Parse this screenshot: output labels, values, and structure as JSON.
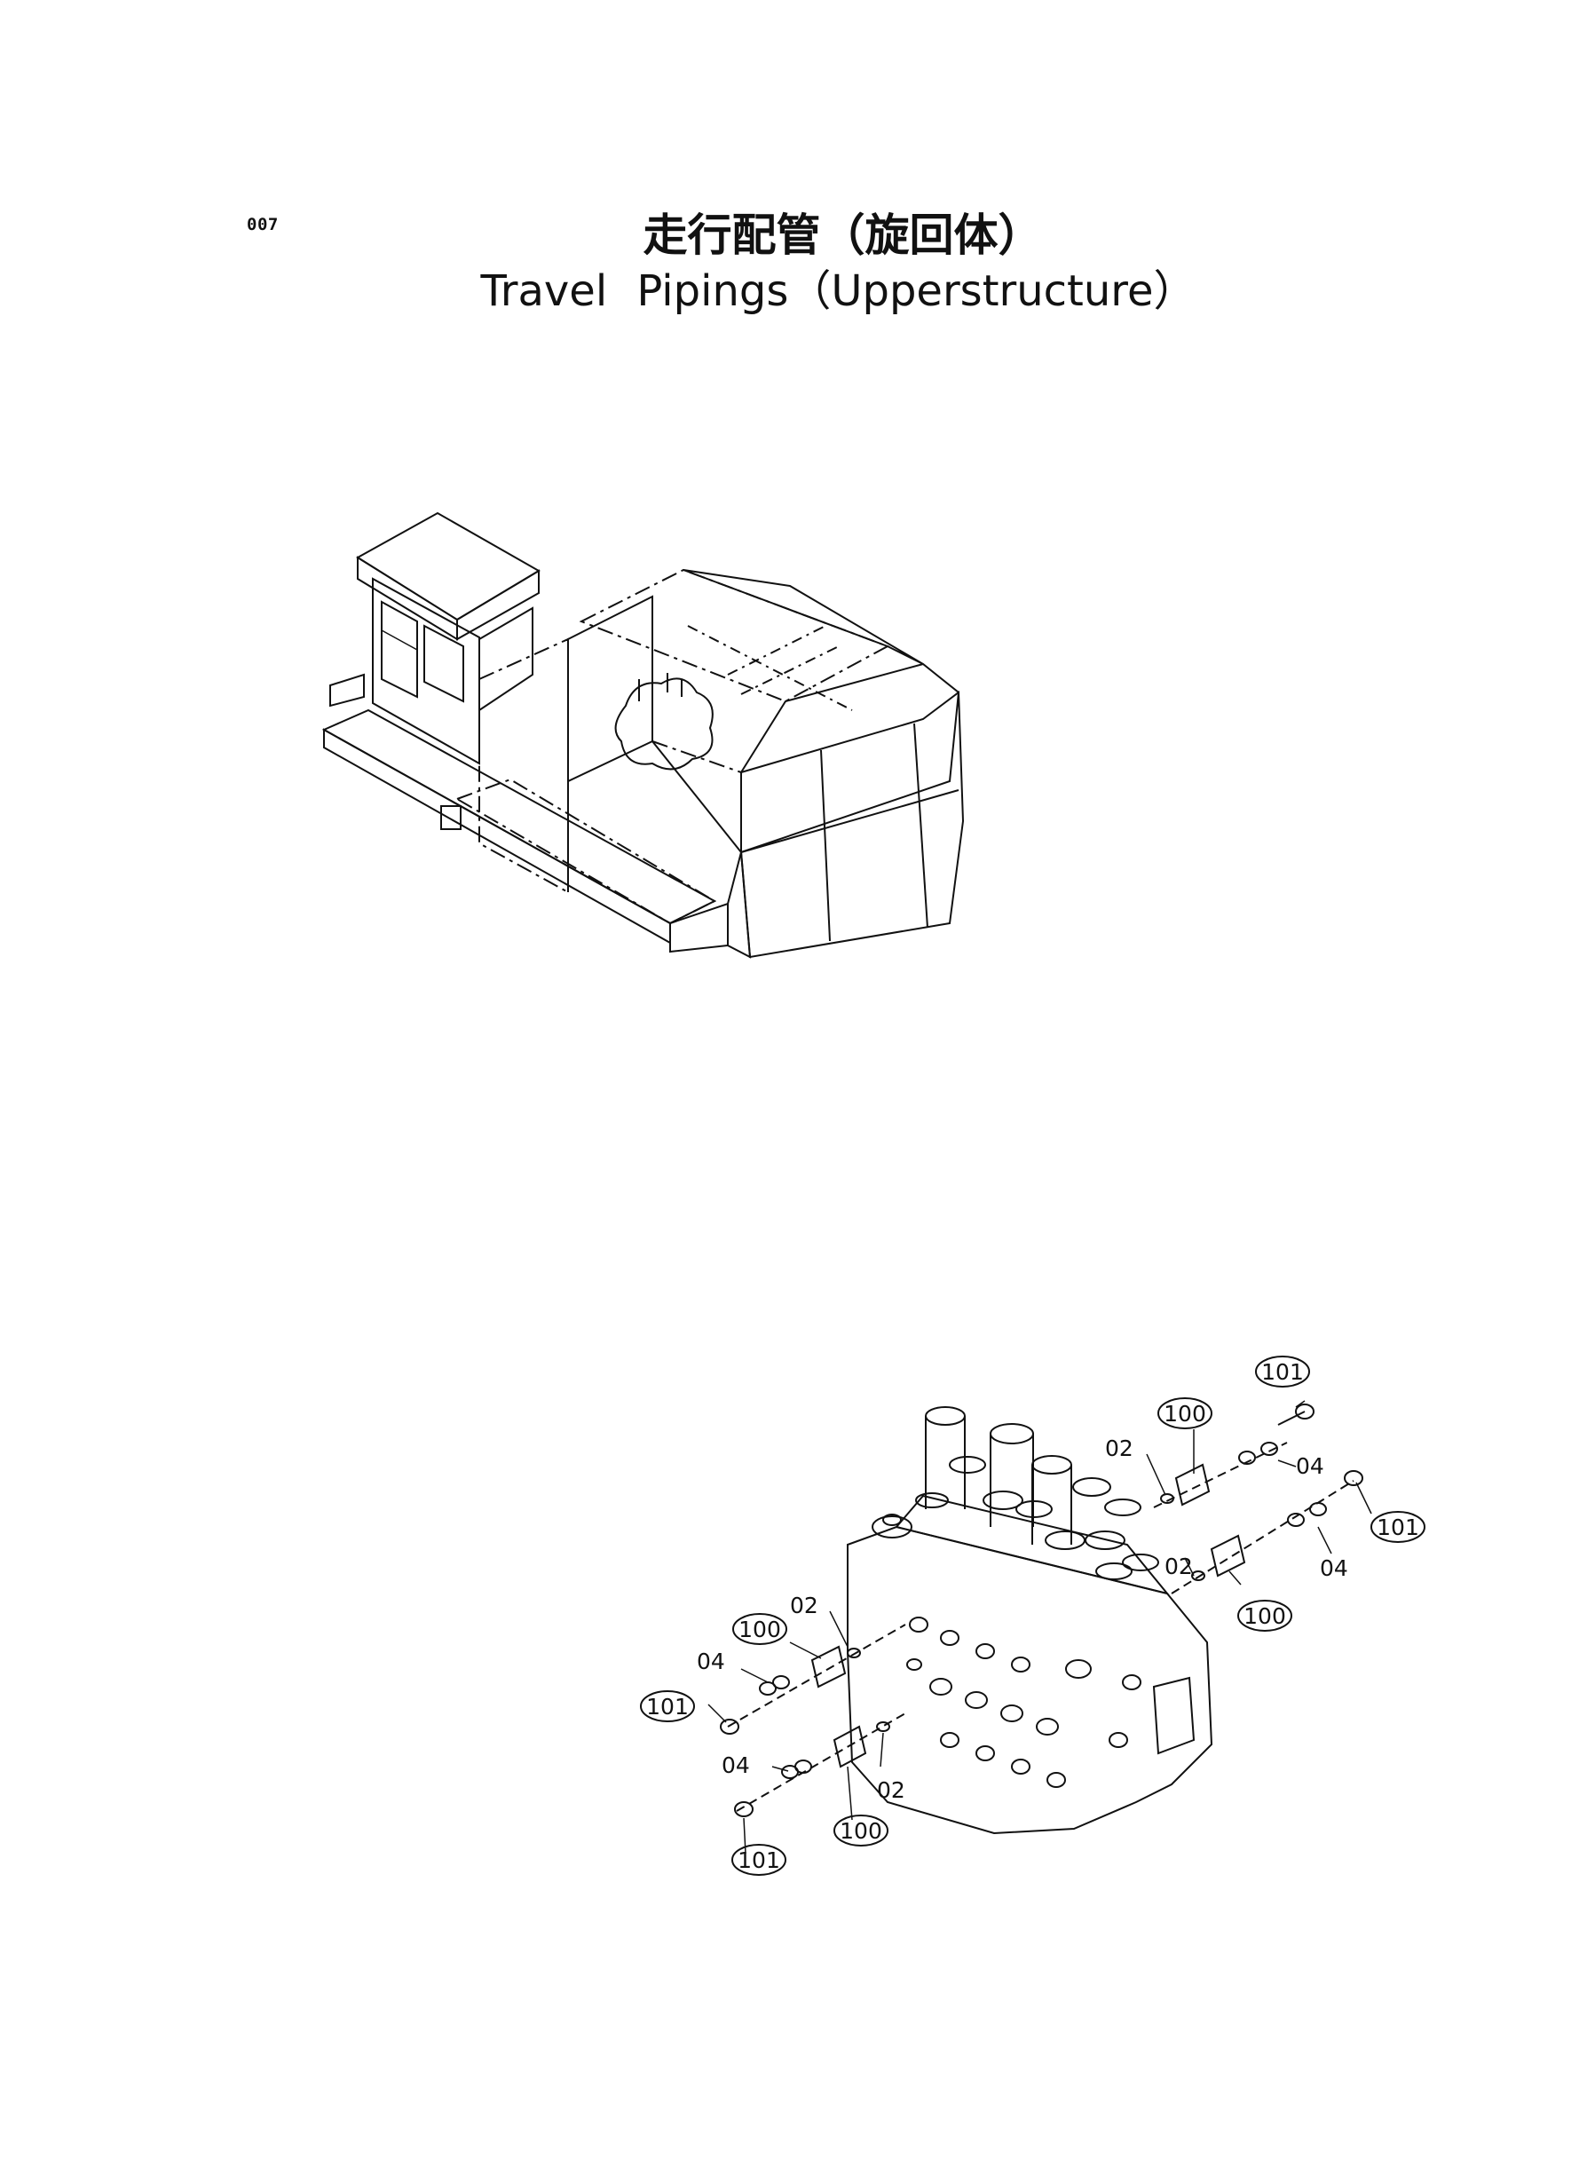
{
  "header": {
    "page_number": "007",
    "title_jp": "走行配管（旋回体）",
    "title_en": "Travel  Pipings（Upperstructure）"
  },
  "callouts": {
    "p02": "02",
    "p04": "04",
    "p100": "100",
    "p101": "101"
  }
}
